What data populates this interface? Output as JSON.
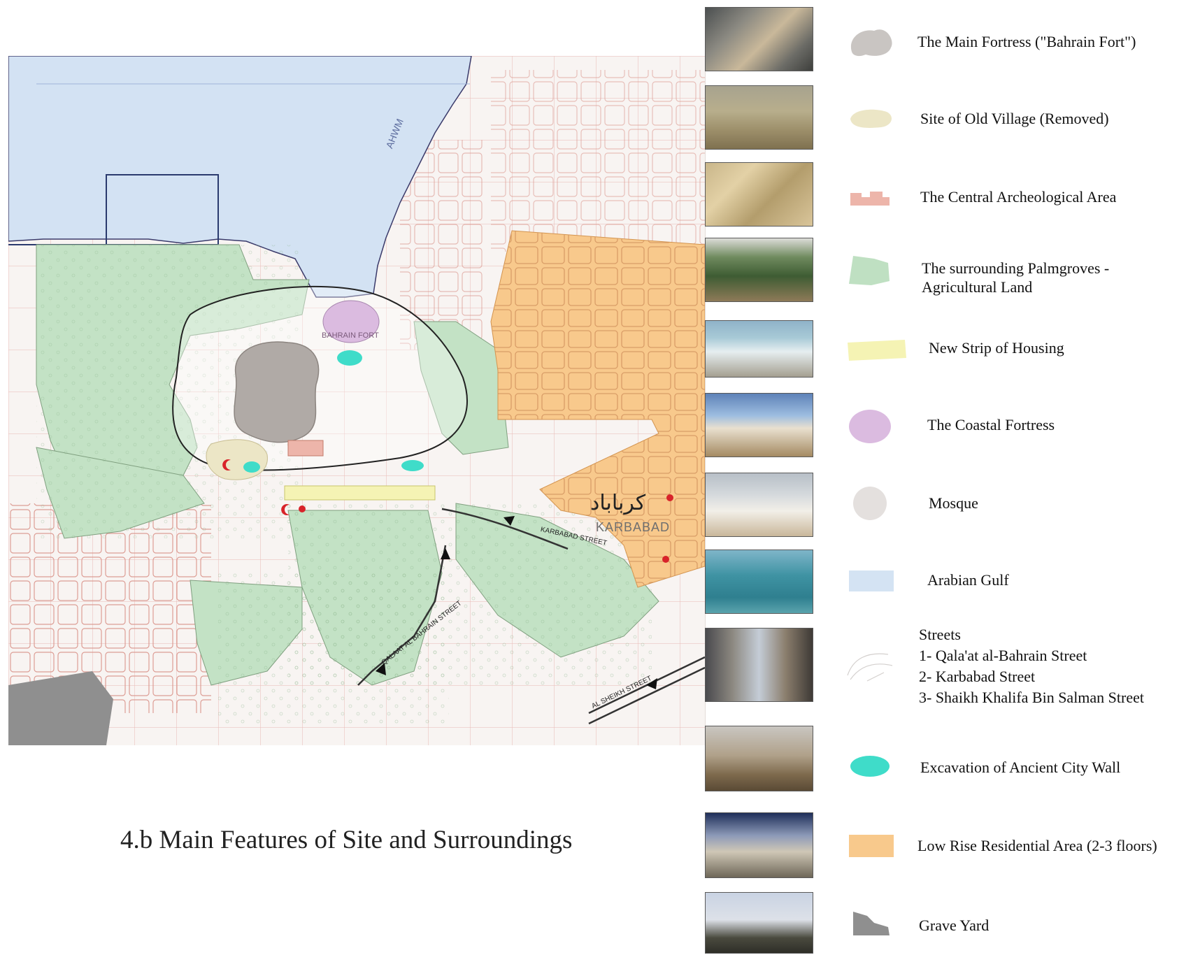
{
  "map": {
    "labels": {
      "ahwm": "AHWM",
      "bahrain_fort": "BAHRAIN FORT",
      "karbabad_arabic": "كرباباد",
      "karbabad_latin": "KARBABAD",
      "karbabad_street": "KARBABAD STREET",
      "qalaat_street": "QALAAT AL BAHRAIN STREET",
      "shaikh_street": "AL SHEIKH STREET"
    }
  },
  "caption": "4.b Main Features of Site and Surroundings",
  "legend": [
    {
      "label": "The Main Fortress (\"Bahrain Fort\")",
      "photo_scene": "fortress ruins",
      "swatch": "main-fortress",
      "color": "#c9c5c2"
    },
    {
      "label": "Site of Old Village (Removed)",
      "photo_scene": "open desert ground",
      "swatch": "old-village",
      "color": "#ece6c6"
    },
    {
      "label": "The Central Archeological Area",
      "photo_scene": "excavated walls",
      "swatch": "archeological",
      "color": "#edb5aa"
    },
    {
      "label": "The surrounding Palmgroves -",
      "label2": "Agricultural Land",
      "photo_scene": "palm grove",
      "swatch": "palmgroves",
      "color": "#bfe0c2"
    },
    {
      "label": "New Strip of Housing",
      "photo_scene": "white houses",
      "swatch": "new-housing",
      "color": "#f5f3b4"
    },
    {
      "label": "The Coastal Fortress",
      "photo_scene": "coastal ruins",
      "swatch": "coastal-fortress",
      "color": "#dbbbe0"
    },
    {
      "label": "Mosque",
      "photo_scene": "mosque building",
      "swatch": "mosque",
      "color": "#d8232a"
    },
    {
      "label": "Arabian Gulf",
      "photo_scene": "sea",
      "swatch": "gulf",
      "color": "#d4e3f3"
    },
    {
      "label": "Streets",
      "lines": [
        "1- Qala'at al-Bahrain Street",
        "2- Karbabad Street",
        "3- Shaikh Khalifa Bin Salman Street"
      ],
      "photo_scene": "narrow street",
      "swatch": "streets",
      "color": "#ffffff"
    },
    {
      "label": "Excavation of Ancient City Wall",
      "photo_scene": "sandy plain",
      "swatch": "city-wall",
      "color": "#3fdcc9"
    },
    {
      "label": "Low Rise Residential Area (2-3 floors)",
      "photo_scene": "low houses",
      "swatch": "residential",
      "color": "#f8c98c"
    },
    {
      "label": "Grave Yard",
      "photo_scene": "graveyard sign",
      "swatch": "grave-yard",
      "color": "#8f8f8f"
    }
  ]
}
